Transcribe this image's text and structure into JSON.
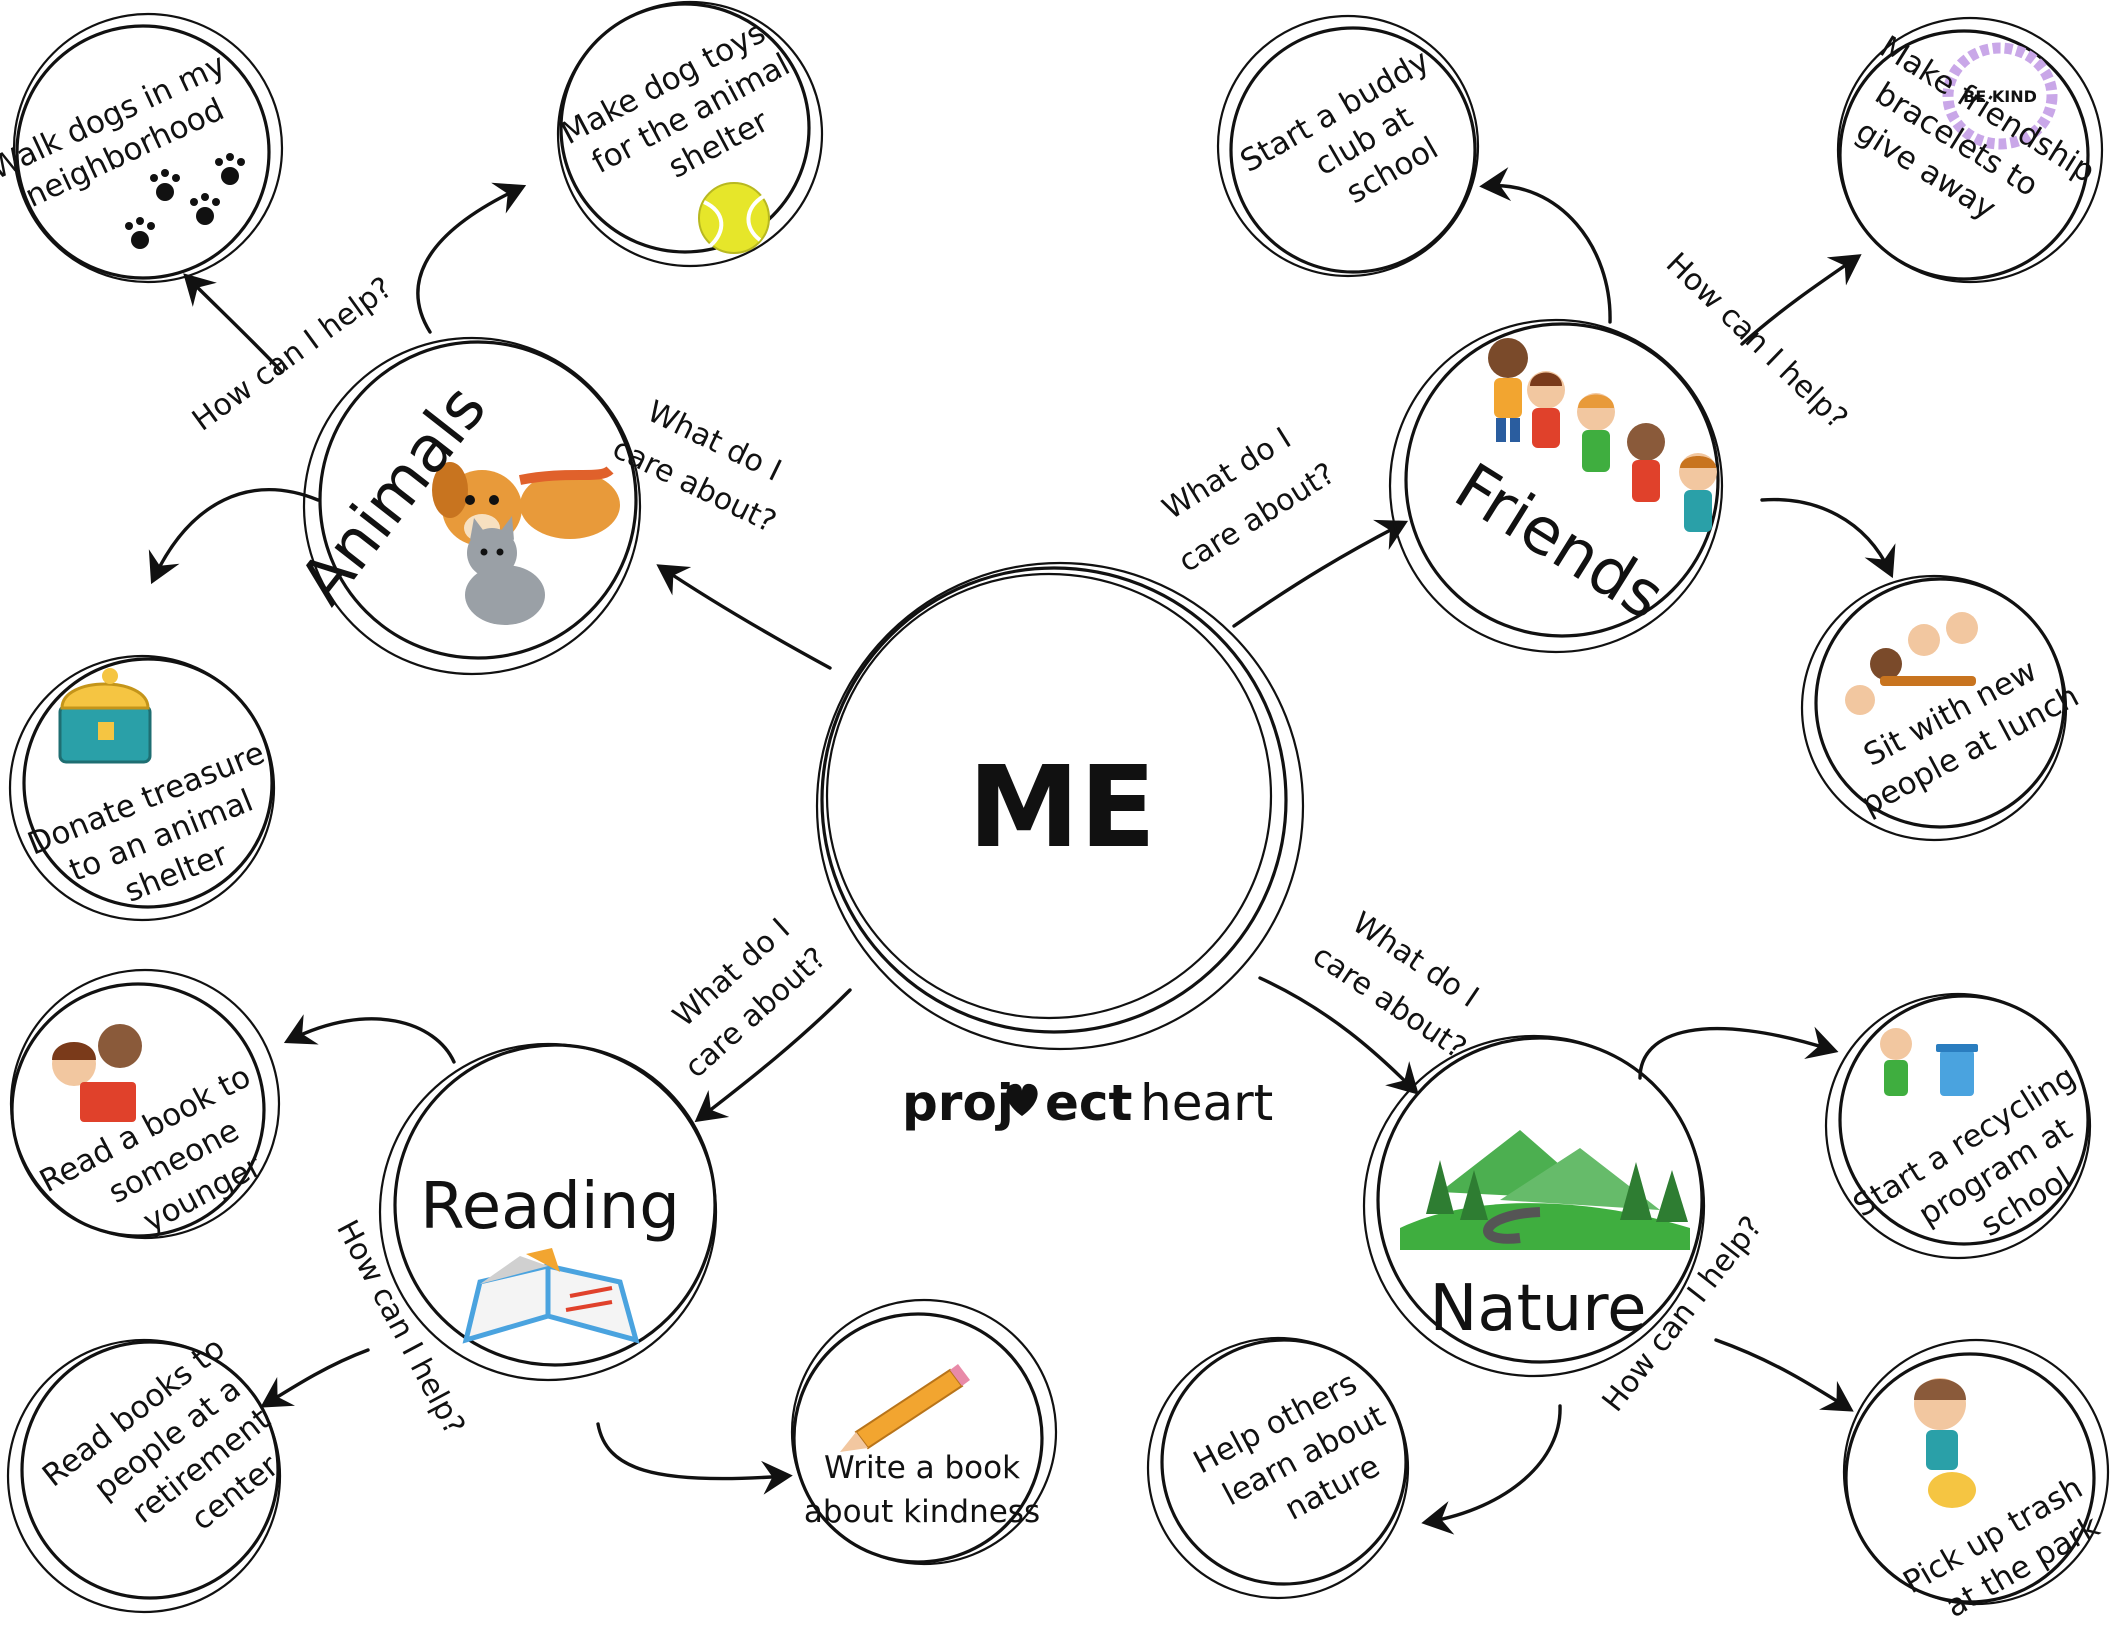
{
  "center": {
    "label": "ME"
  },
  "brand": {
    "bold": "proj",
    "bold2": "ect",
    "regular": "heart",
    "heart_icon": "heart-icon"
  },
  "connector_labels": {
    "care_line1": "What do I",
    "care_line2": "care about?",
    "help": "How can I help?"
  },
  "topics": {
    "animals": {
      "label": "Animals",
      "ideas": {
        "walk_dogs": [
          "Walk dogs in my",
          "neighborhood"
        ],
        "dog_toys": [
          "Make dog toys",
          "for the animal",
          "shelter"
        ],
        "donate": [
          "Donate treasure",
          "to an animal",
          "shelter"
        ]
      }
    },
    "friends": {
      "label": "Friends",
      "ideas": {
        "buddy_club": [
          "Start a buddy",
          "club at",
          "school"
        ],
        "bracelets": [
          "Make friendship",
          "bracelets to",
          "give away"
        ],
        "lunch": [
          "Sit with new",
          "people at lunch"
        ]
      },
      "bracelet_text": "BE KIND"
    },
    "reading": {
      "label": "Reading",
      "ideas": {
        "read_younger": [
          "Read a book to",
          "someone",
          "younger"
        ],
        "retirement": [
          "Read books to",
          "people at a",
          "retirement",
          "center"
        ],
        "write_book": [
          "Write a book",
          "about kindness"
        ]
      }
    },
    "nature": {
      "label": "Nature",
      "ideas": {
        "recycling": [
          "Start a recycling",
          "program at",
          "school"
        ],
        "trash": [
          "Pick up trash",
          "at the park"
        ],
        "teach": [
          "Help others",
          "learn about",
          "nature"
        ]
      }
    }
  },
  "colors": {
    "ink": "#111111",
    "dog": "#e89a3a",
    "cat": "#9aa0a6",
    "ball": "#e6e62a",
    "grass": "#3fae3f",
    "tree": "#2e7d32",
    "book_cover": "#4aa3df",
    "pencil": "#f2a530",
    "chest": "#2aa0a8",
    "gold": "#f5c542"
  }
}
